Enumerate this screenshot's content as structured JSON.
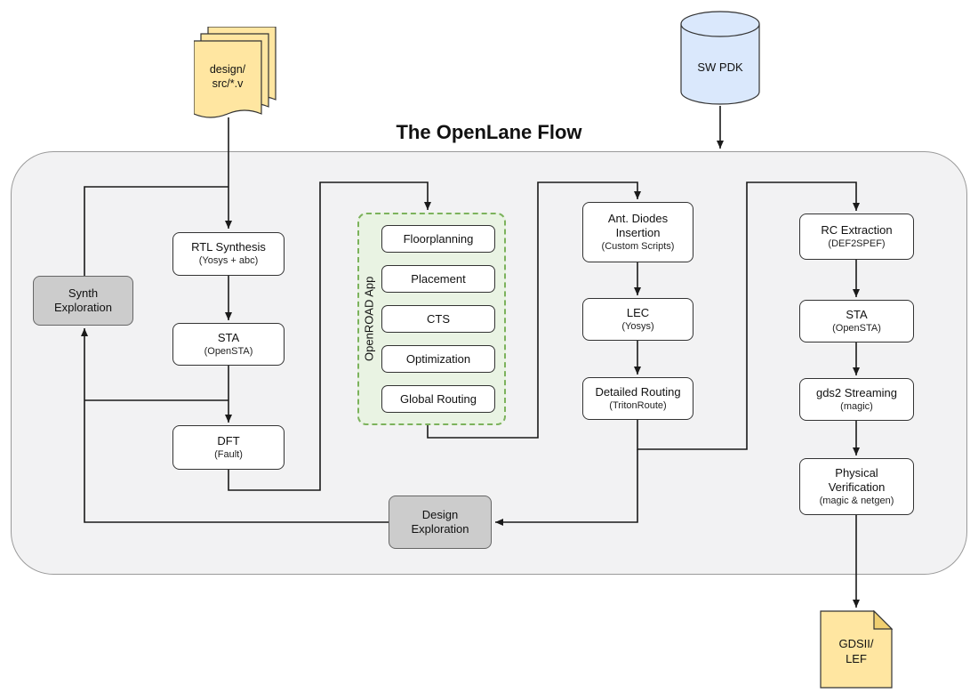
{
  "title": "The OpenLane Flow",
  "inputs": {
    "design_src": {
      "line1": "design/",
      "line2": "src/*.v"
    },
    "sw_pdk": {
      "label": "SW PDK"
    }
  },
  "output_doc": {
    "line1": "GDSII/",
    "line2": "LEF"
  },
  "openroad_group": {
    "label": "OpenROAD App",
    "steps": [
      "Floorplanning",
      "Placement",
      "CTS",
      "Optimization",
      "Global Routing"
    ]
  },
  "nodes": {
    "rtl_synthesis": {
      "title": "RTL Synthesis",
      "subtitle": "(Yosys + abc)"
    },
    "synth_exploration": {
      "title": "Synth Exploration"
    },
    "sta_left": {
      "title": "STA",
      "subtitle": "(OpenSTA)"
    },
    "dft": {
      "title": "DFT",
      "subtitle": "(Fault)"
    },
    "ant_diodes": {
      "title": "Ant. Diodes Insertion",
      "subtitle": "(Custom Scripts)"
    },
    "lec": {
      "title": "LEC",
      "subtitle": "(Yosys)"
    },
    "detailed_routing": {
      "title": "Detailed Routing",
      "subtitle": "(TritonRoute)"
    },
    "rc_extraction": {
      "title": "RC Extraction",
      "subtitle": "(DEF2SPEF)"
    },
    "sta_right": {
      "title": "STA",
      "subtitle": "(OpenSTA)"
    },
    "gds2_streaming": {
      "title": "gds2 Streaming",
      "subtitle": "(magic)"
    },
    "physical_verification": {
      "title": "Physical Verification",
      "subtitle": "(magic & netgen)"
    },
    "design_exploration": {
      "title": "Design Exploration"
    }
  },
  "colors": {
    "container_fill": "#f2f2f3",
    "node_fill": "#ffffff",
    "gray_fill": "#cccccc",
    "green_fill": "#e9f3e3",
    "green_border": "#7cb25c",
    "yellow_fill": "#ffe6a1",
    "yellow_fold": "#f0cf70",
    "blue_fill": "#dae8fc",
    "stroke": "#333333",
    "line": "#1a1a1a"
  }
}
